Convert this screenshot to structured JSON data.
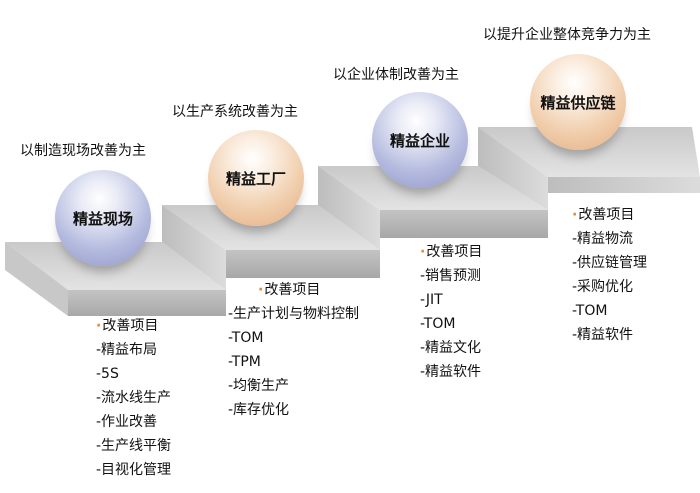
{
  "stages": [
    {
      "label": "以制造现场改善为主",
      "sphere": "精益现场",
      "items_header": "改善项目",
      "items": [
        "-精益布局",
        "-5S",
        "-流水线生产",
        "-作业改善",
        "-生产线平衡",
        "-目视化管理"
      ]
    },
    {
      "label": "以生产系统改善为主",
      "sphere": "精益工厂",
      "items_header": "改善项目",
      "items": [
        "-生产计划与物料控制",
        "-TOM",
        "-TPM",
        "-均衡生产",
        "-库存优化"
      ]
    },
    {
      "label": "以企业体制改善为主",
      "sphere": "精益企业",
      "items_header": "改善项目",
      "items": [
        "-销售预测",
        "-JIT",
        "-TOM",
        "-精益文化",
        "-精益软件"
      ]
    },
    {
      "label": "以提升企业整体竞争力为主",
      "sphere": "精益供应链",
      "items_header": "改善项目",
      "items": [
        "-精益物流",
        "-供应链管理",
        "-采购优化",
        "-TOM",
        "-精益软件"
      ]
    }
  ],
  "colors": {
    "sphere_blue": "#a9afd8",
    "sphere_orange": "#efc8a4",
    "bullet": "#e08a2a",
    "step_top": "#d4d4d4",
    "step_front": "#b5b5b5"
  }
}
